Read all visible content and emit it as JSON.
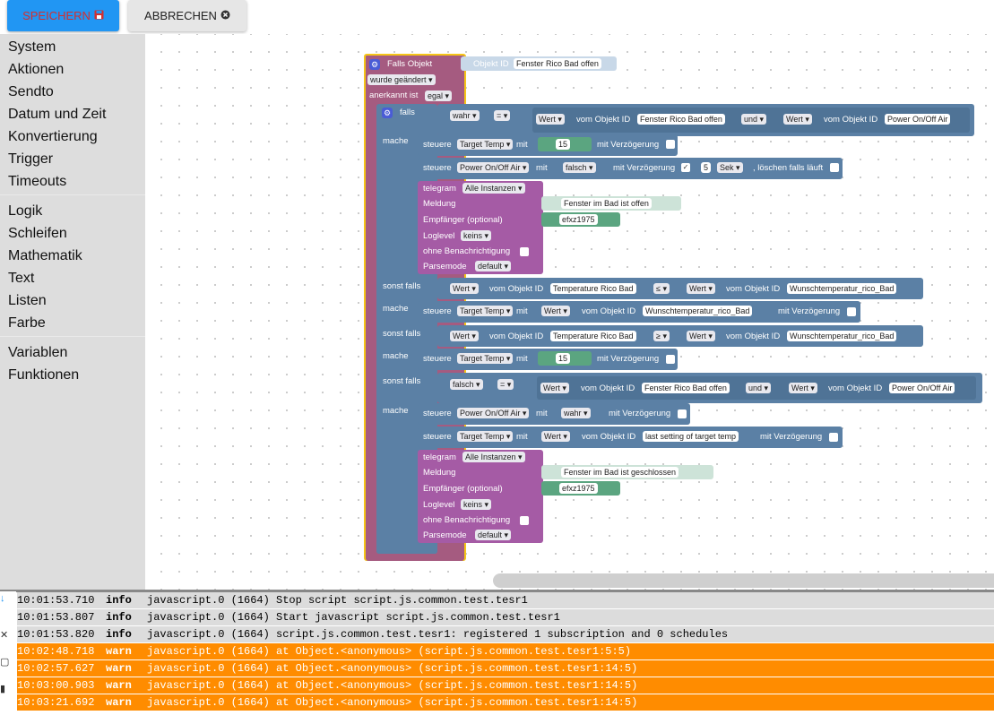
{
  "toolbar": {
    "save_label": "SPEICHERN",
    "cancel_label": "ABBRECHEN",
    "save_icon": "floppy-icon",
    "cancel_icon": "close-circle-icon",
    "save_color": "#d32f2f",
    "save_bg": "#2196f3"
  },
  "toolbox": {
    "categories": [
      "System",
      "Aktionen",
      "Sendto",
      "Datum und Zeit",
      "Konvertierung",
      "Trigger",
      "Timeouts",
      "Logik",
      "Schleifen",
      "Mathematik",
      "Text",
      "Listen",
      "Farbe",
      "Variablen",
      "Funktionen"
    ]
  },
  "blocks": {
    "trigger": {
      "title": "Falls Objekt",
      "id_label": "Objekt ID",
      "id_value": "Fenster Rico Bad offen",
      "mode": "wurde geändert",
      "ack_label": "anerkannt ist",
      "ack_value": "egal"
    },
    "if": {
      "falls": "falls",
      "mache": "mache",
      "sonst_falls": "sonst falls"
    },
    "c1": {
      "bool": "wahr",
      "op": "=",
      "wert": "Wert",
      "vom": "vom Objekt ID",
      "id1": "Fenster Rico Bad offen",
      "und": "und",
      "id2": "Power On/Off Air"
    },
    "steuere": "steuere",
    "mit": "mit",
    "mit_verz": "mit Verzögerung",
    "s1": {
      "target": "Target Temp",
      "num": "15"
    },
    "s2": {
      "target": "Power On/Off Air",
      "val": "falsch",
      "delay": "5",
      "unit": "Sek",
      "clear": ", löschen falls läuft"
    },
    "tg": {
      "title": "telegram",
      "inst": "Alle Instanzen",
      "meldung": "Meldung",
      "msg1": "Fenster im Bad ist offen",
      "empf": "Empfänger (optional)",
      "user": "efxz1975",
      "loglevel": "Loglevel",
      "loglevel_val": "keins",
      "ohne": "ohne Benachrichtigung",
      "parsemode": "Parsemode",
      "parsemode_val": "default",
      "msg2": "Fenster im Bad ist geschlossen"
    },
    "c2": {
      "id1": "Temperature Rico Bad",
      "op": "≤",
      "id2": "Wunschtemperatur_rico_Bad"
    },
    "s3": {
      "target": "Target Temp",
      "id": "Wunschtemperatur_rico_Bad"
    },
    "c3": {
      "op": "≥"
    },
    "s4": {
      "num": "15"
    },
    "c4": {
      "bool": "falsch"
    },
    "s5": {
      "target": "Power On/Off Air",
      "val": "wahr"
    },
    "s6": {
      "target": "Target Temp",
      "id": "last setting of target temp"
    }
  },
  "log": [
    {
      "time": "10:01:53.710",
      "level": "info",
      "msg": "javascript.0 (1664) Stop script script.js.common.test.tesr1"
    },
    {
      "time": "10:01:53.807",
      "level": "info",
      "msg": "javascript.0 (1664) Start javascript script.js.common.test.tesr1"
    },
    {
      "time": "10:01:53.820",
      "level": "info",
      "msg": "javascript.0 (1664) script.js.common.test.tesr1: registered 1 subscription and 0 schedules"
    },
    {
      "time": "10:02:48.718",
      "level": "warn",
      "msg": "javascript.0 (1664) at Object.<anonymous> (script.js.common.test.tesr1:5:5)"
    },
    {
      "time": "10:02:57.627",
      "level": "warn",
      "msg": "javascript.0 (1664) at Object.<anonymous> (script.js.common.test.tesr1:14:5)"
    },
    {
      "time": "10:03:00.903",
      "level": "warn",
      "msg": "javascript.0 (1664) at Object.<anonymous> (script.js.common.test.tesr1:14:5)"
    },
    {
      "time": "10:03:21.692",
      "level": "warn",
      "msg": "javascript.0 (1664) at Object.<anonymous> (script.js.common.test.tesr1:14:5)"
    }
  ]
}
